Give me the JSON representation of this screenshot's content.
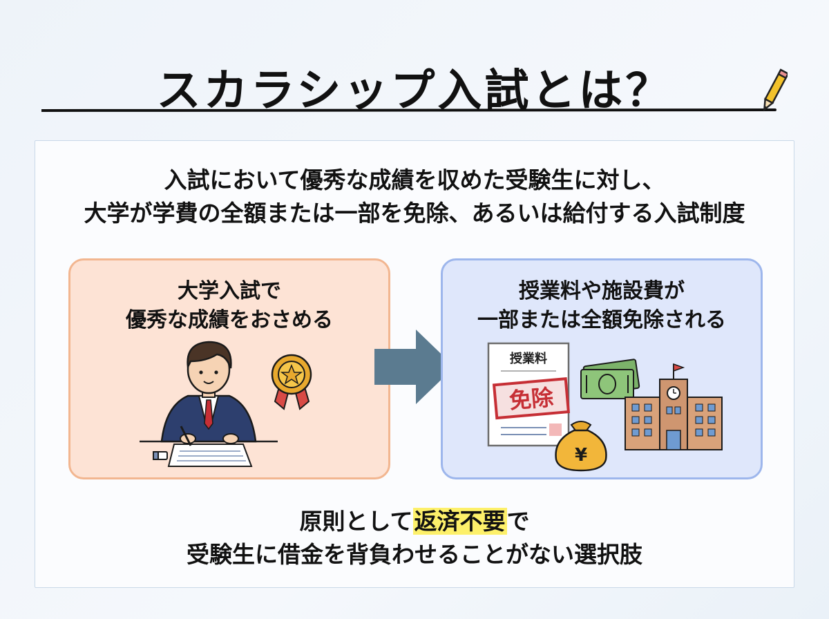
{
  "title": "スカラシップ入試とは？",
  "lead": {
    "line1": "入試において優秀な成績を収めた受験生に対し、",
    "line2": "大学が学費の全額または一部を免除、あるいは給付する入試制度"
  },
  "left_panel": {
    "line1": "大学入試で",
    "line2": "優秀な成績をおさめる"
  },
  "right_panel": {
    "line1": "授業料や施設費が",
    "line2": "一部または全額免除される",
    "document_title": "授業料",
    "stamp_text": "免除",
    "bag_symbol": "¥"
  },
  "bottom": {
    "prefix": "原則として",
    "highlight": "返済不要",
    "suffix": "で",
    "line2": "受験生に借金を背負わせることがない選択肢"
  },
  "colors": {
    "left_bg": "#fde3d5",
    "left_border": "#f2b690",
    "right_bg": "#dfe7fb",
    "right_border": "#9db6ec",
    "arrow": "#5b7b90",
    "highlight": "#fdf06a"
  }
}
